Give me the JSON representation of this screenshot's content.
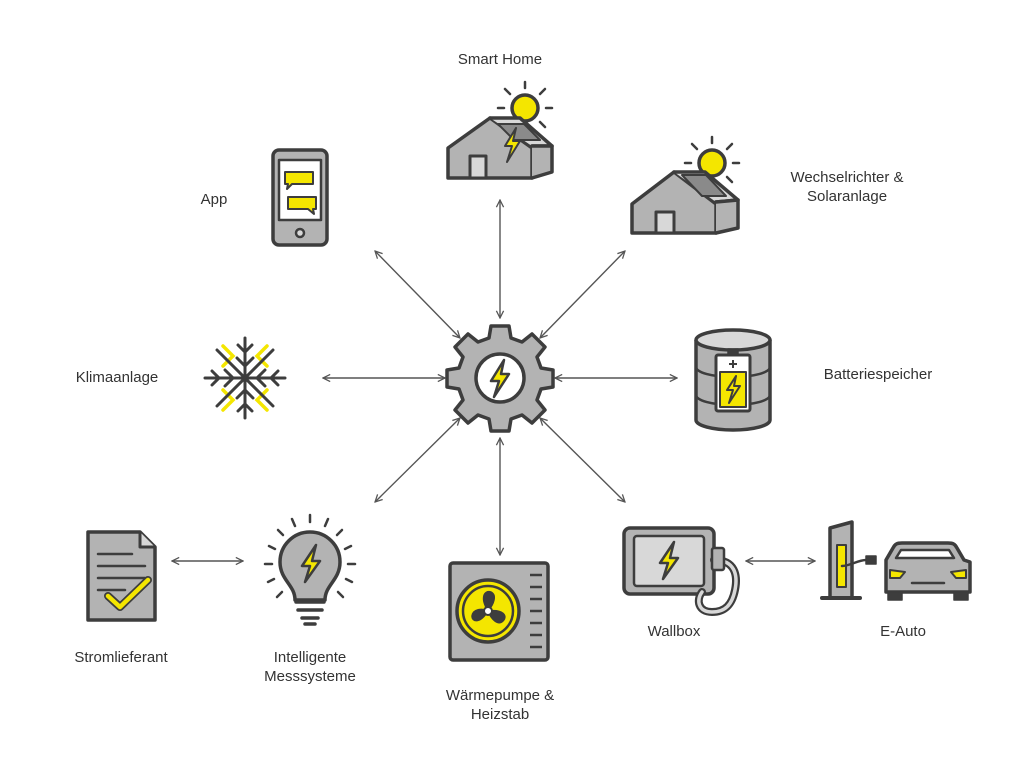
{
  "diagram": {
    "center": {
      "name": "energy-management-gear"
    },
    "labels": {
      "smart_home": "Smart Home",
      "app": "App",
      "inverter_line1": "Wechselrichter &",
      "inverter_line2": "Solaranlage",
      "climate": "Klimaanlage",
      "battery": "Batteriespeicher",
      "supplier": "Stromlieferant",
      "meter_line1": "Intelligente",
      "meter_line2": "Messsysteme",
      "heatpump_line1": "Wärmepumpe &",
      "heatpump_line2": "Heizstab",
      "wallbox": "Wallbox",
      "eauto": "E-Auto"
    },
    "connections": [
      {
        "from": "energy-management-gear",
        "to": "smart-home",
        "direction": "both"
      },
      {
        "from": "energy-management-gear",
        "to": "app",
        "direction": "both"
      },
      {
        "from": "energy-management-gear",
        "to": "inverter-solar",
        "direction": "both"
      },
      {
        "from": "energy-management-gear",
        "to": "climate",
        "direction": "both"
      },
      {
        "from": "energy-management-gear",
        "to": "battery",
        "direction": "both"
      },
      {
        "from": "energy-management-gear",
        "to": "smart-meter",
        "direction": "both"
      },
      {
        "from": "energy-management-gear",
        "to": "heat-pump",
        "direction": "both"
      },
      {
        "from": "energy-management-gear",
        "to": "wallbox",
        "direction": "both"
      },
      {
        "from": "supplier",
        "to": "smart-meter",
        "direction": "both"
      },
      {
        "from": "wallbox",
        "to": "e-auto",
        "direction": "both"
      }
    ],
    "colors": {
      "outline": "#3d3d3d",
      "fill_gray": "#b3b3b3",
      "fill_light": "#d8d8d8",
      "accent_yellow": "#f4e600",
      "arrow": "#555555",
      "text": "#333333"
    }
  }
}
